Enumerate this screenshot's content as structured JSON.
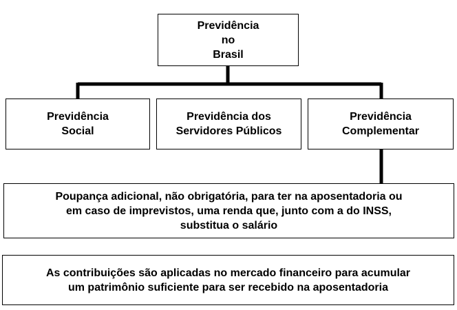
{
  "root": {
    "label": "Previdência\nno\nBrasil"
  },
  "branches": [
    {
      "label": "Previdência\nSocial"
    },
    {
      "label": "Previdência dos\nServidores Públicos"
    },
    {
      "label": "Previdência\nComplementar"
    }
  ],
  "description_boxes": [
    {
      "label": "Poupança adicional, não obrigatória, para ter na aposentadoria ou\nem caso de imprevistos, uma renda que, junto com a do INSS,\nsubstitua o salário"
    },
    {
      "label": "As contribuições são aplicadas no mercado financeiro para acumular\num patrimônio suficiente para ser recebido na aposentadoria"
    }
  ]
}
